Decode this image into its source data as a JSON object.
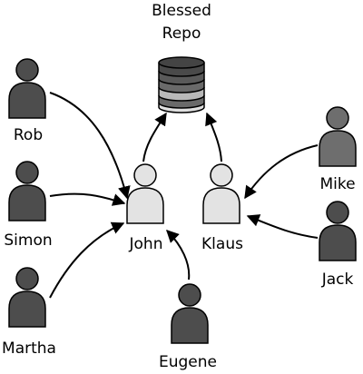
{
  "repo": {
    "label_line1": "Blessed",
    "label_line2": "Repo"
  },
  "people": {
    "rob": "Rob",
    "simon": "Simon",
    "martha": "Martha",
    "john": "John",
    "klaus": "Klaus",
    "mike": "Mike",
    "jack": "Jack",
    "eugene": "Eugene"
  },
  "colors": {
    "dark_person": "#4d4d4d",
    "mid_person": "#6e6e6e",
    "light_person": "#e3e3e3",
    "outline": "#000000"
  }
}
